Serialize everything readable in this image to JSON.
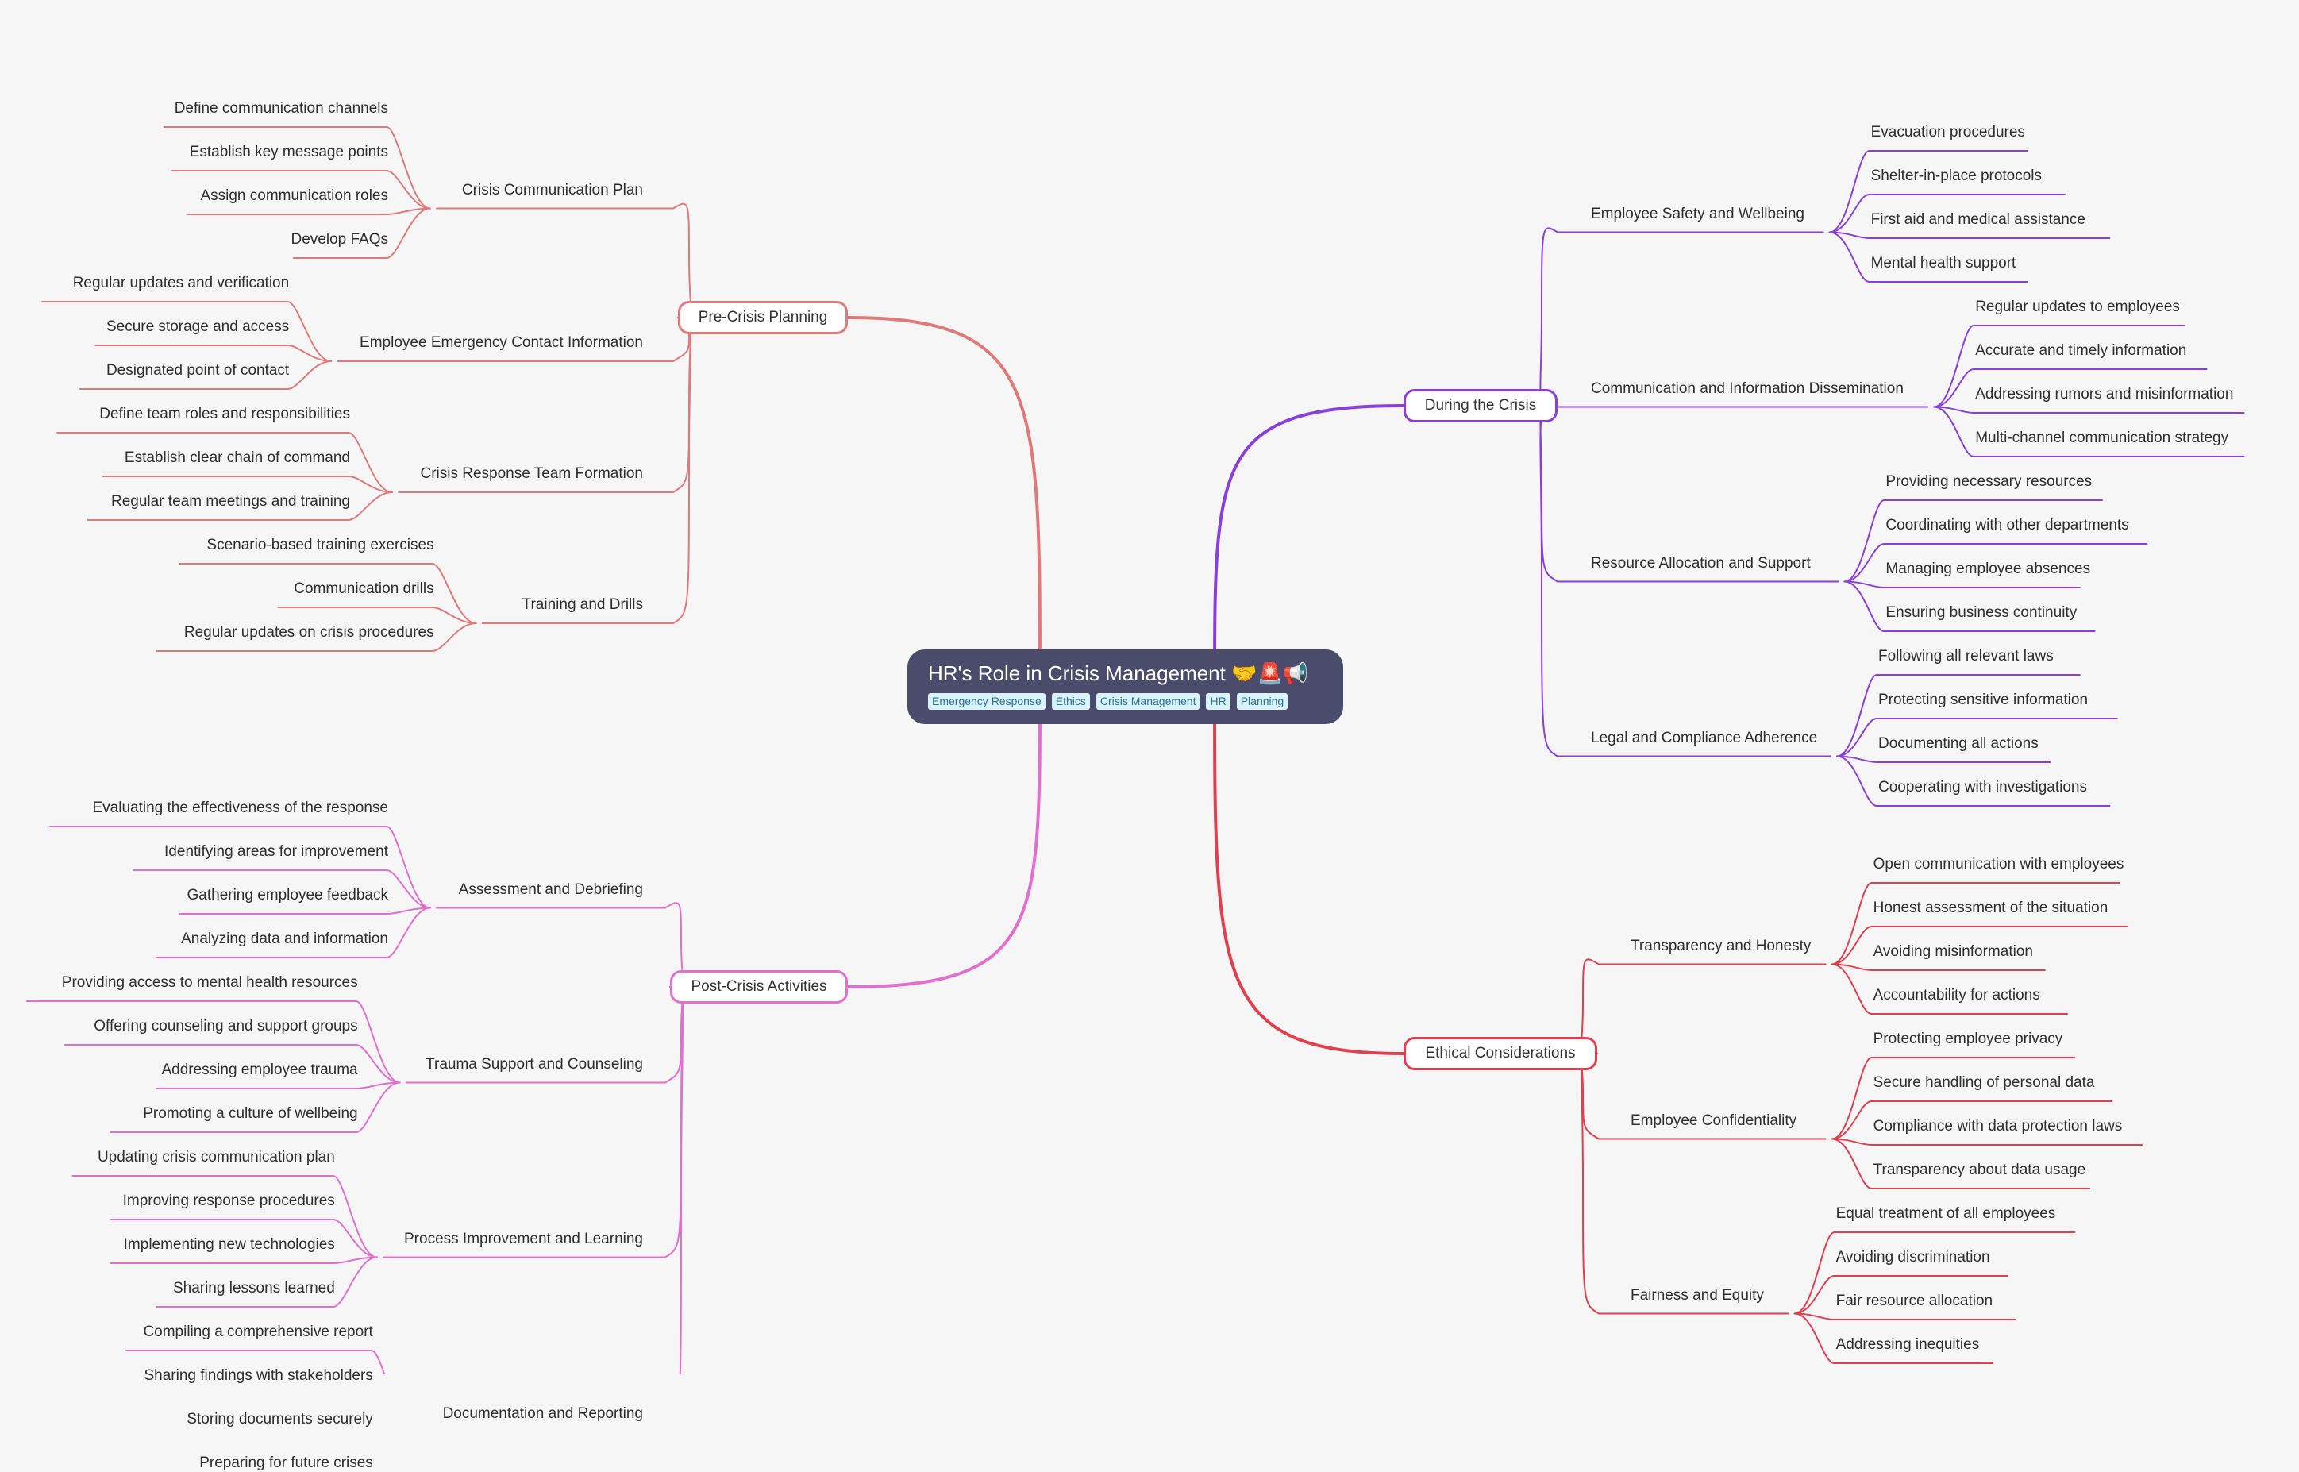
{
  "root": {
    "title": "HR's Role in Crisis Management 🤝🚨📢",
    "tags": [
      "Emergency Response",
      "Ethics",
      "Crisis Management",
      "HR",
      "Planning"
    ]
  },
  "branches": [
    {
      "label": "Pre-Crisis Planning",
      "side": "left",
      "color": "#e07a7a",
      "children": [
        {
          "label": "Crisis Communication Plan",
          "items": [
            "Define communication channels",
            "Establish key message points",
            "Assign communication roles",
            "Develop FAQs"
          ]
        },
        {
          "label": "Employee Emergency Contact Information",
          "items": [
            "Regular updates and verification",
            "Secure storage and access",
            "Designated point of contact"
          ]
        },
        {
          "label": "Crisis Response Team Formation",
          "items": [
            "Define team roles and responsibilities",
            "Establish clear chain of command",
            "Regular team meetings and training"
          ]
        },
        {
          "label": "Training and Drills",
          "items": [
            "Scenario-based training exercises",
            "Communication drills",
            "Regular updates on crisis procedures"
          ]
        }
      ]
    },
    {
      "label": "Post-Crisis Activities",
      "side": "left",
      "color": "#e06fcf",
      "children": [
        {
          "label": "Assessment and Debriefing",
          "items": [
            "Evaluating the effectiveness of the response",
            "Identifying areas for improvement",
            "Gathering employee feedback",
            "Analyzing data and information"
          ]
        },
        {
          "label": "Trauma Support and Counseling",
          "items": [
            "Providing access to mental health resources",
            "Offering counseling and support groups",
            "Addressing employee trauma",
            "Promoting a culture of wellbeing"
          ]
        },
        {
          "label": "Process Improvement and Learning",
          "items": [
            "Updating crisis communication plan",
            "Improving response procedures",
            "Implementing new technologies",
            "Sharing lessons learned"
          ]
        },
        {
          "label": "Documentation and Reporting",
          "items": [
            "Compiling a comprehensive report",
            "Sharing findings with stakeholders",
            "Storing documents securely",
            "Preparing for future crises"
          ]
        }
      ]
    },
    {
      "label": "During the Crisis",
      "side": "right",
      "color": "#8a3fdc",
      "children": [
        {
          "label": "Employee Safety and Wellbeing",
          "items": [
            "Evacuation procedures",
            "Shelter-in-place protocols",
            "First aid and medical assistance",
            "Mental health support"
          ]
        },
        {
          "label": "Communication and Information Dissemination",
          "items": [
            "Regular updates to employees",
            "Accurate and timely information",
            "Addressing rumors and misinformation",
            "Multi-channel communication strategy"
          ]
        },
        {
          "label": "Resource Allocation and Support",
          "items": [
            "Providing necessary resources",
            "Coordinating with other departments",
            "Managing employee absences",
            "Ensuring business continuity"
          ]
        },
        {
          "label": "Legal and Compliance Adherence",
          "items": [
            "Following all relevant laws",
            "Protecting sensitive information",
            "Documenting all actions",
            "Cooperating with investigations"
          ]
        }
      ]
    },
    {
      "label": "Ethical Considerations",
      "side": "right",
      "color": "#e0404e",
      "children": [
        {
          "label": "Transparency and Honesty",
          "items": [
            "Open communication with employees",
            "Honest assessment of the situation",
            "Avoiding misinformation",
            "Accountability for actions"
          ]
        },
        {
          "label": "Employee Confidentiality",
          "items": [
            "Protecting employee privacy",
            "Secure handling of personal data",
            "Compliance with data protection laws",
            "Transparency about data usage"
          ]
        },
        {
          "label": "Fairness and Equity",
          "items": [
            "Equal treatment of all employees",
            "Avoiding discrimination",
            "Fair resource allocation",
            "Addressing inequities"
          ]
        }
      ]
    }
  ]
}
